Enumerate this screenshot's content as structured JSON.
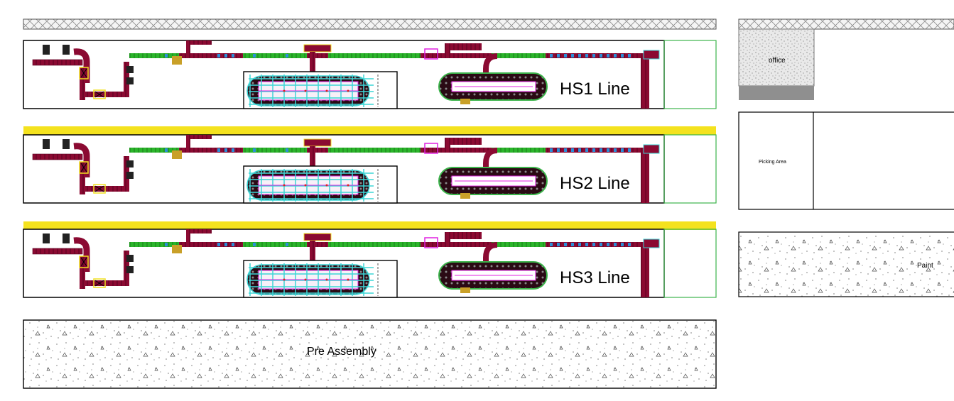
{
  "lines": [
    {
      "label": "HS1 Line"
    },
    {
      "label": "HS2 Line"
    },
    {
      "label": "HS3 Line"
    }
  ],
  "areas": {
    "office": "office",
    "picking": "Picking Area",
    "paint": "Paint",
    "pre_assembly": "Pre Assembly"
  },
  "colors": {
    "conveyor": "#8b0a32",
    "conveyor_dark": "#5a0020",
    "accent_blue": "#2a8fd8",
    "green_track": "#2bb52b",
    "magenta": "#e020e0",
    "cyan_grid": "#3cd6d6",
    "yellow_strip": "#f4e21e",
    "hatch_gray": "#8c8c8c",
    "floor_gray": "#8f8f8f"
  }
}
